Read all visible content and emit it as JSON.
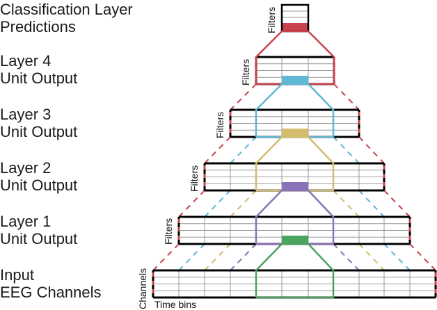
{
  "layers": [
    {
      "line1": "Classification Layer",
      "line2": "Predictions"
    },
    {
      "line1": "Layer 4",
      "line2": "Unit Output"
    },
    {
      "line1": "Layer 3",
      "line2": "Unit Output"
    },
    {
      "line1": "Layer 2",
      "line2": "Unit Output"
    },
    {
      "line1": "Layer 1",
      "line2": "Unit Output"
    },
    {
      "line1": "Input",
      "line2": "EEG Channels"
    }
  ],
  "axis_labels": {
    "filters": "Filters",
    "channels": "Channels",
    "time_bins": "Time bins"
  },
  "colors": {
    "classification": "#c8434b",
    "layer4": "#5eb8d3",
    "layer3": "#d4bc6c",
    "layer2": "#8a72b8",
    "layer1": "#4aa35e",
    "grid": "#999999",
    "border": "#000000"
  }
}
